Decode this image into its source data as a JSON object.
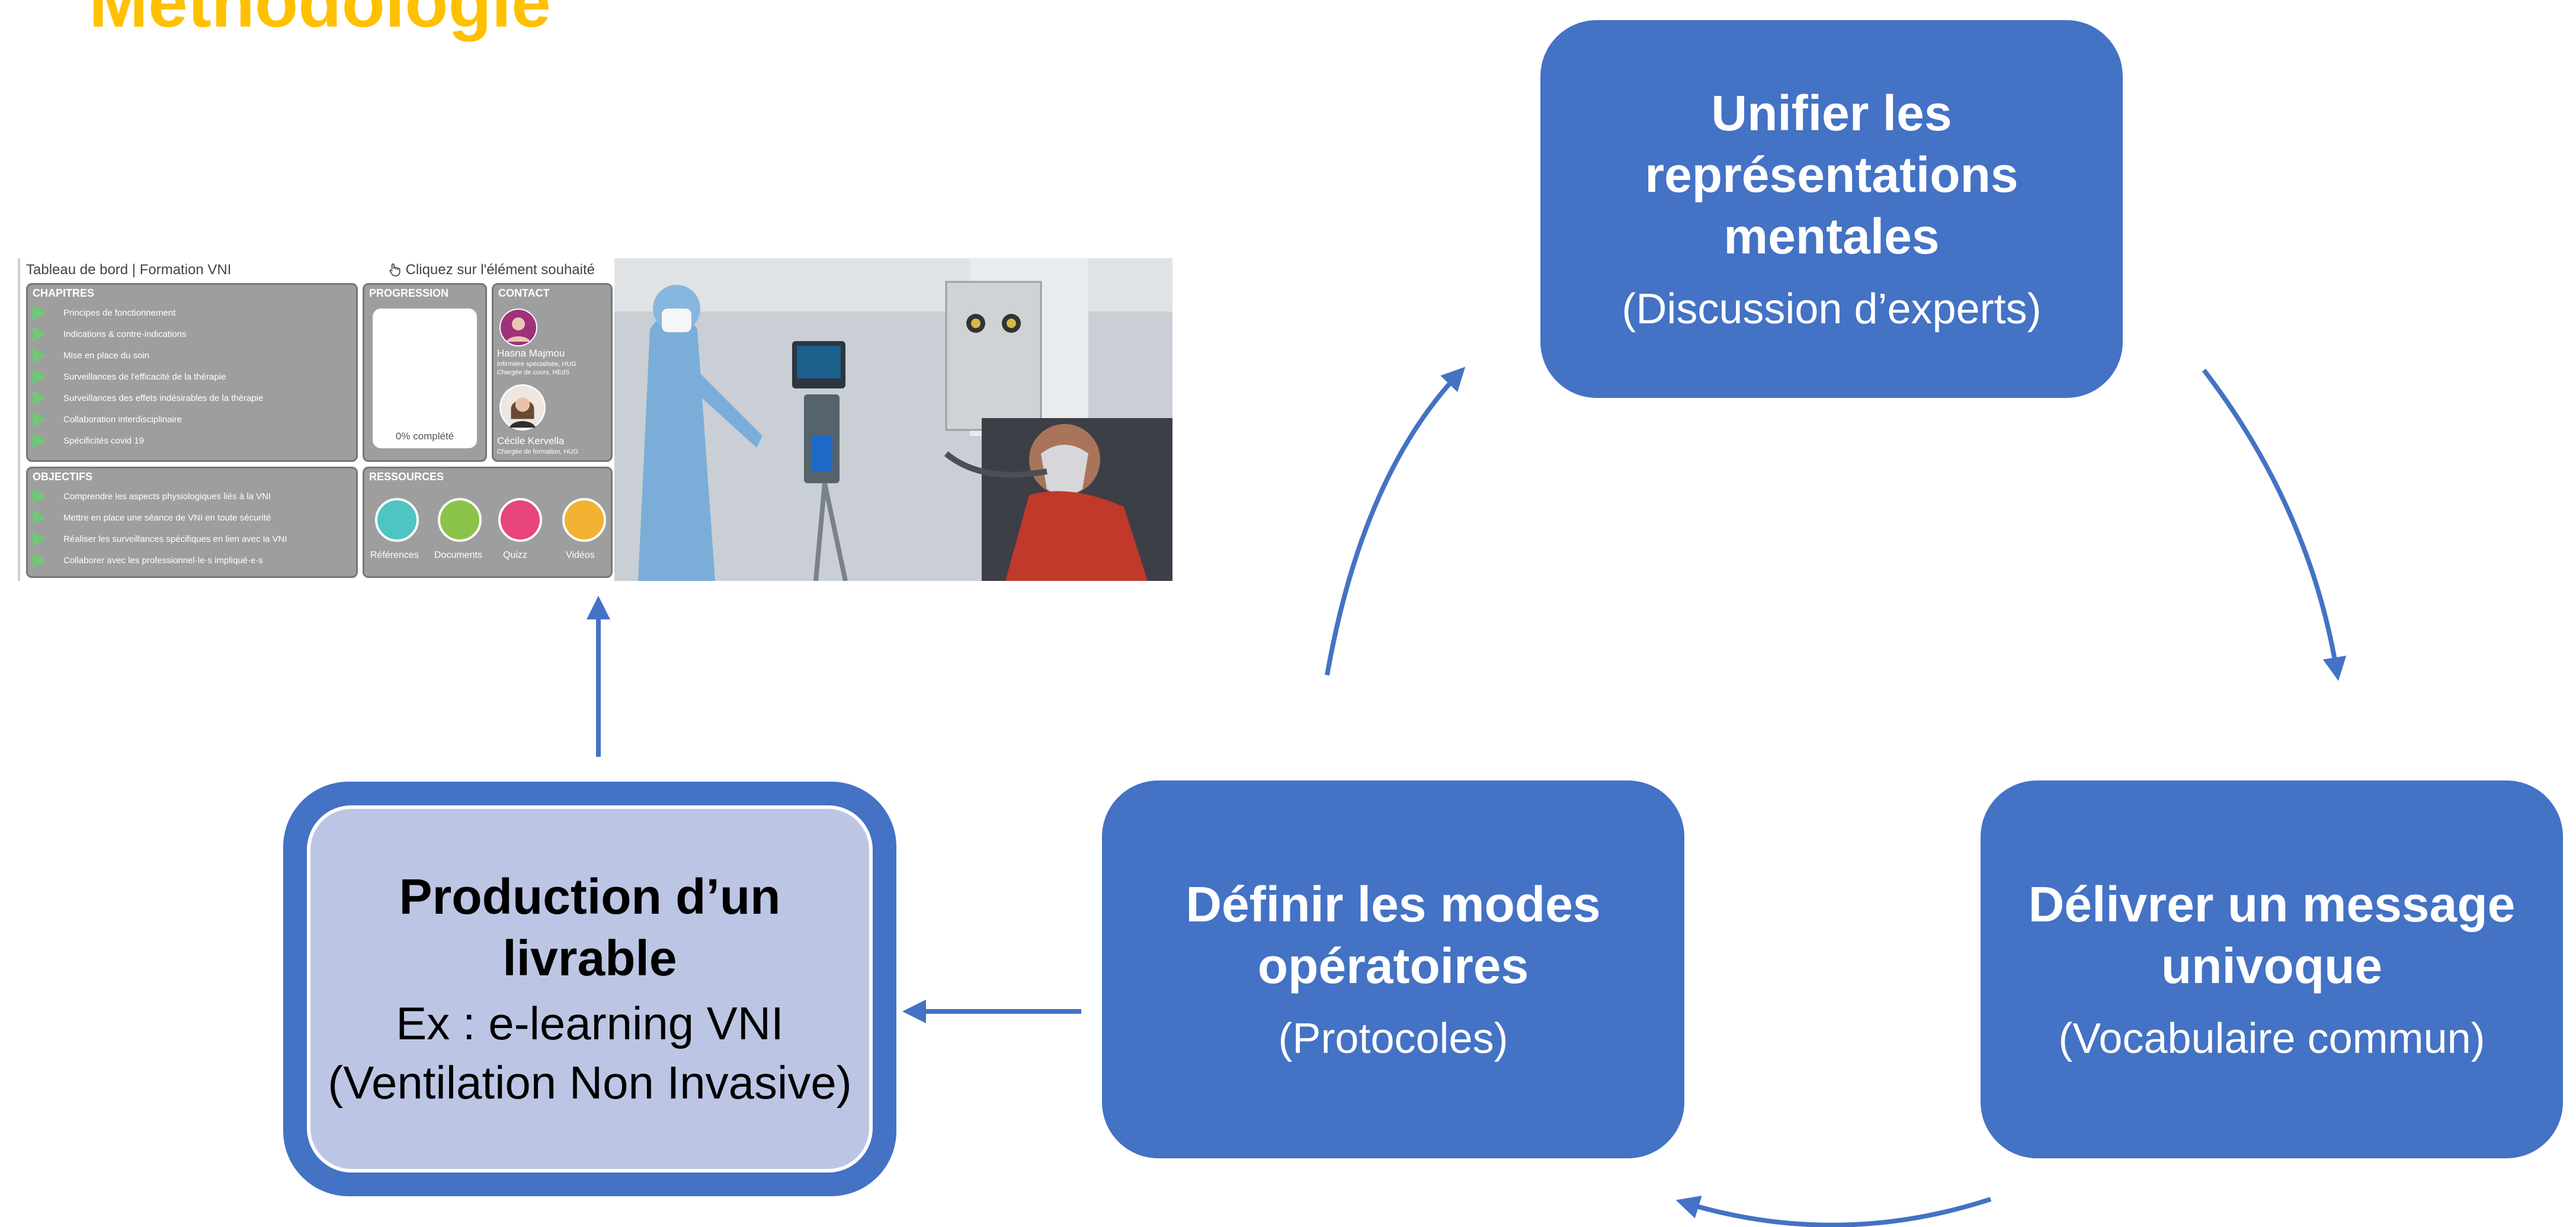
{
  "title": "Méthodologie",
  "boxes": {
    "unifier": {
      "head_line1": "Unifier les",
      "head_line2": "représentations",
      "head_line3": "mentales",
      "sub": "(Discussion d’experts)"
    },
    "delivrer": {
      "head_line1": "Délivrer un message",
      "head_line2": "univoque",
      "sub": "(Vocabulaire commun)"
    },
    "definir": {
      "head_line1": "Définir les modes",
      "head_line2": "opératoires",
      "sub": "(Protocoles)"
    },
    "production": {
      "head_line1": "Production d’un",
      "head_line2": "livrable",
      "ex": "Ex : e-learning VNI",
      "paren": "(Ventilation Non Invasive)"
    }
  },
  "dashboard": {
    "header_left": "Tableau de bord | Formation VNI",
    "header_right": "Cliquez sur l'élément souhaité",
    "chapitres": {
      "title": "CHAPITRES",
      "items": [
        "Principes de fonctionnement",
        "Indications & contre-indications",
        "Mise en place du soin",
        "Surveillances de l'efficacité de la thérapie",
        "Surveillances des effets indésirables de la thérapie",
        "Collaboration interdisciplinaire",
        "Spécificités covid 19"
      ]
    },
    "progression": {
      "title": "PROGRESSION",
      "value_text": "0% complété",
      "value": 0
    },
    "contact": {
      "title": "CONTACT",
      "person1_name": "Hasna Majmou",
      "person1_role_line1": "Infirmière spécialisée, HUG",
      "person1_role_line2": "Chargée de cours, HEdS",
      "person2_name": "Cécile Kervella",
      "person2_role": "Chargée de formation, HUG"
    },
    "objectifs": {
      "title": "OBJECTIFS",
      "items": [
        "Comprendre les aspects physiologiques liés à la VNI",
        "Mettre en place une séance de VNI en toute sécurité",
        "Réaliser les surveillances spécifiques en lien avec la VNI",
        "Collaborer avec les professionnel·le·s impliqué·e·s"
      ]
    },
    "ressources": {
      "title": "RESSOURCES",
      "items": [
        "Références",
        "Documents",
        "Quizz",
        "Vidéos"
      ]
    }
  },
  "colors": {
    "title": "#FFC000",
    "box": "#4472C4",
    "production_inner": "#BCC6E4",
    "arrow": "#4472C4",
    "play_triangle": "#6CCB73"
  },
  "icons": {
    "cursor": "hand-pointer-icon",
    "arrows": "curved-arrow-icon"
  }
}
